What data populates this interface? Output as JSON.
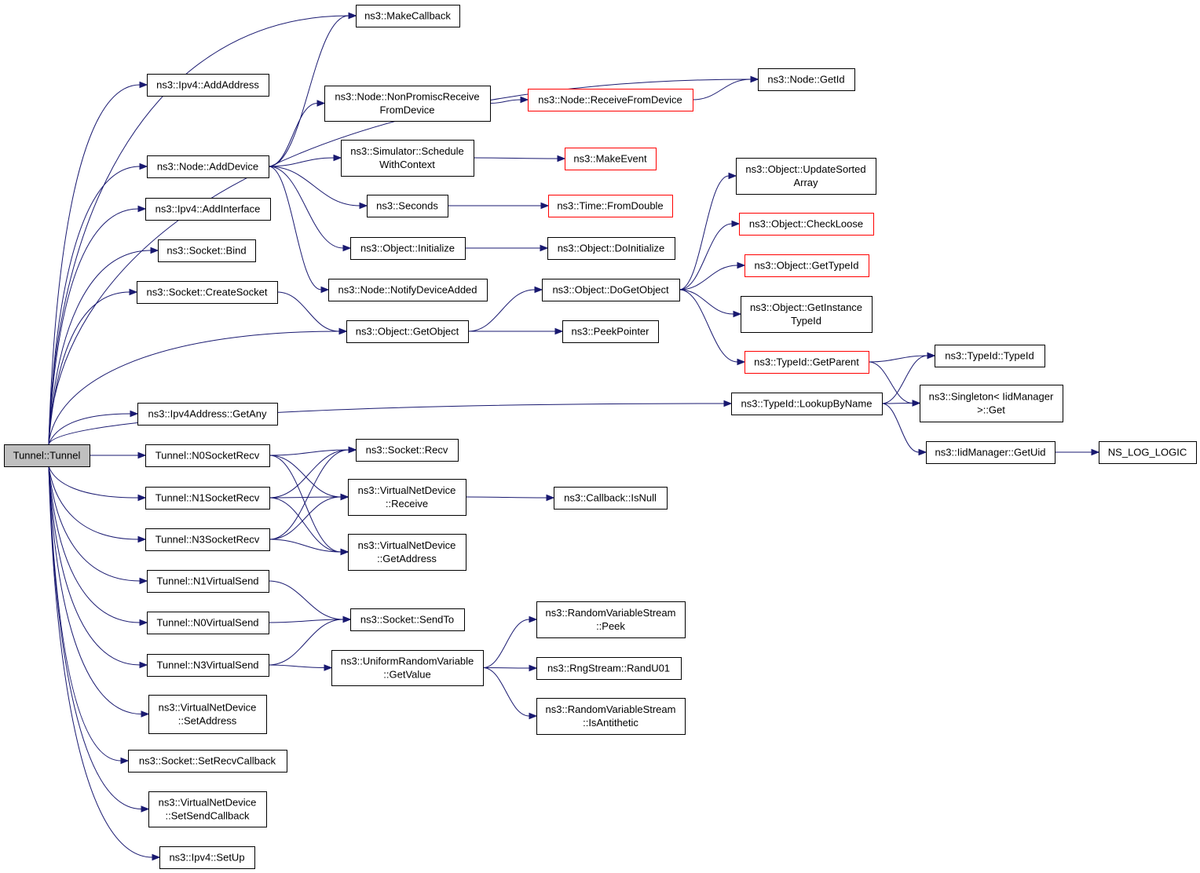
{
  "title": "",
  "colors": {
    "edge": "#191970",
    "border": "#000000",
    "truncated_border": "#ff0000",
    "root_fill": "#bfbfbf"
  },
  "nodes": [
    {
      "id": "tunnel",
      "lines": [
        "Tunnel::Tunnel"
      ],
      "root": true
    },
    {
      "id": "ipv4_addaddress",
      "lines": [
        "ns3::Ipv4::AddAddress"
      ]
    },
    {
      "id": "node_adddevice",
      "lines": [
        "ns3::Node::AddDevice"
      ]
    },
    {
      "id": "ipv4_addinterface",
      "lines": [
        "ns3::Ipv4::AddInterface"
      ]
    },
    {
      "id": "socket_bind",
      "lines": [
        "ns3::Socket::Bind"
      ]
    },
    {
      "id": "socket_createsocket",
      "lines": [
        "ns3::Socket::CreateSocket"
      ]
    },
    {
      "id": "ipv4address_getany",
      "lines": [
        "ns3::Ipv4Address::GetAny"
      ]
    },
    {
      "id": "n0socketrecv",
      "lines": [
        "Tunnel::N0SocketRecv"
      ]
    },
    {
      "id": "n1socketrecv",
      "lines": [
        "Tunnel::N1SocketRecv"
      ]
    },
    {
      "id": "n3socketrecv",
      "lines": [
        "Tunnel::N3SocketRecv"
      ]
    },
    {
      "id": "n1virtualsend",
      "lines": [
        "Tunnel::N1VirtualSend"
      ]
    },
    {
      "id": "n0virtualsend",
      "lines": [
        "Tunnel::N0VirtualSend"
      ]
    },
    {
      "id": "n3virtualsend",
      "lines": [
        "Tunnel::N3VirtualSend"
      ]
    },
    {
      "id": "vnd_setaddress",
      "lines": [
        "ns3::VirtualNetDevice",
        "::SetAddress"
      ]
    },
    {
      "id": "socket_setrecvcallback",
      "lines": [
        "ns3::Socket::SetRecvCallback"
      ]
    },
    {
      "id": "vnd_setsendcallback",
      "lines": [
        "ns3::VirtualNetDevice",
        "::SetSendCallback"
      ]
    },
    {
      "id": "ipv4_setup",
      "lines": [
        "ns3::Ipv4::SetUp"
      ]
    },
    {
      "id": "makecallback",
      "lines": [
        "ns3::MakeCallback"
      ]
    },
    {
      "id": "node_nonpromisc",
      "lines": [
        "ns3::Node::NonPromiscReceive",
        "FromDevice"
      ]
    },
    {
      "id": "sim_schedulewithcontext",
      "lines": [
        "ns3::Simulator::Schedule",
        "WithContext"
      ]
    },
    {
      "id": "seconds",
      "lines": [
        "ns3::Seconds"
      ]
    },
    {
      "id": "object_initialize",
      "lines": [
        "ns3::Object::Initialize"
      ]
    },
    {
      "id": "node_notifydeviceadded",
      "lines": [
        "ns3::Node::NotifyDeviceAdded"
      ]
    },
    {
      "id": "object_getobject",
      "lines": [
        "ns3::Object::GetObject"
      ]
    },
    {
      "id": "socket_recv",
      "lines": [
        "ns3::Socket::Recv"
      ]
    },
    {
      "id": "vnd_receive",
      "lines": [
        "ns3::VirtualNetDevice",
        "::Receive"
      ]
    },
    {
      "id": "vnd_getaddress",
      "lines": [
        "ns3::VirtualNetDevice",
        "::GetAddress"
      ]
    },
    {
      "id": "socket_sendto",
      "lines": [
        "ns3::Socket::SendTo"
      ]
    },
    {
      "id": "urv_getvalue",
      "lines": [
        "ns3::UniformRandomVariable",
        "::GetValue"
      ]
    },
    {
      "id": "node_getid",
      "lines": [
        "ns3::Node::GetId"
      ]
    },
    {
      "id": "node_receivefromdevice",
      "lines": [
        "ns3::Node::ReceiveFromDevice"
      ],
      "red": true
    },
    {
      "id": "makeevent",
      "lines": [
        "ns3::MakeEvent"
      ],
      "red": true
    },
    {
      "id": "time_fromdouble",
      "lines": [
        "ns3::Time::FromDouble"
      ],
      "red": true
    },
    {
      "id": "object_doinitialize",
      "lines": [
        "ns3::Object::DoInitialize"
      ]
    },
    {
      "id": "object_dogetobject",
      "lines": [
        "ns3::Object::DoGetObject"
      ]
    },
    {
      "id": "peekpointer",
      "lines": [
        "ns3::PeekPointer"
      ]
    },
    {
      "id": "callback_isnull",
      "lines": [
        "ns3::Callback::IsNull"
      ]
    },
    {
      "id": "rvs_peek",
      "lines": [
        "ns3::RandomVariableStream",
        "::Peek"
      ]
    },
    {
      "id": "rngstream_randu01",
      "lines": [
        "ns3::RngStream::RandU01"
      ]
    },
    {
      "id": "rvs_isantithetic",
      "lines": [
        "ns3::RandomVariableStream",
        "::IsAntithetic"
      ]
    },
    {
      "id": "object_updatesortedarray",
      "lines": [
        "ns3::Object::UpdateSorted",
        "Array"
      ]
    },
    {
      "id": "object_checkloose",
      "lines": [
        "ns3::Object::CheckLoose"
      ],
      "red": true
    },
    {
      "id": "object_gettypeid",
      "lines": [
        "ns3::Object::GetTypeId"
      ],
      "red": true
    },
    {
      "id": "object_getinstancetypeid",
      "lines": [
        "ns3::Object::GetInstance",
        "TypeId"
      ]
    },
    {
      "id": "typeid_getparent",
      "lines": [
        "ns3::TypeId::GetParent"
      ],
      "red": true
    },
    {
      "id": "typeid_lookupbyname",
      "lines": [
        "ns3::TypeId::LookupByName"
      ]
    },
    {
      "id": "typeid_typeid",
      "lines": [
        "ns3::TypeId::TypeId"
      ]
    },
    {
      "id": "singleton_get",
      "lines": [
        "ns3::Singleton< IidManager",
        ">::Get"
      ]
    },
    {
      "id": "iidmanager_getuid",
      "lines": [
        "ns3::IidManager::GetUid"
      ]
    },
    {
      "id": "ns_log_logic",
      "lines": [
        "NS_LOG_LOGIC"
      ]
    }
  ],
  "edges": [
    [
      "tunnel",
      "ipv4_addaddress"
    ],
    [
      "tunnel",
      "node_adddevice"
    ],
    [
      "tunnel",
      "ipv4_addinterface"
    ],
    [
      "tunnel",
      "socket_bind"
    ],
    [
      "tunnel",
      "socket_createsocket"
    ],
    [
      "tunnel",
      "object_getobject"
    ],
    [
      "tunnel",
      "typeid_lookupbyname"
    ],
    [
      "tunnel",
      "ipv4address_getany"
    ],
    [
      "tunnel",
      "n0socketrecv"
    ],
    [
      "tunnel",
      "n1socketrecv"
    ],
    [
      "tunnel",
      "n3socketrecv"
    ],
    [
      "tunnel",
      "n1virtualsend"
    ],
    [
      "tunnel",
      "n0virtualsend"
    ],
    [
      "tunnel",
      "n3virtualsend"
    ],
    [
      "tunnel",
      "vnd_setaddress"
    ],
    [
      "tunnel",
      "socket_setrecvcallback"
    ],
    [
      "tunnel",
      "vnd_setsendcallback"
    ],
    [
      "tunnel",
      "ipv4_setup"
    ],
    [
      "tunnel",
      "makecallback"
    ],
    [
      "tunnel",
      "node_getid"
    ],
    [
      "node_adddevice",
      "makecallback"
    ],
    [
      "node_adddevice",
      "node_nonpromisc"
    ],
    [
      "node_adddevice",
      "sim_schedulewithcontext"
    ],
    [
      "node_adddevice",
      "seconds"
    ],
    [
      "node_adddevice",
      "object_initialize"
    ],
    [
      "node_adddevice",
      "node_notifydeviceadded"
    ],
    [
      "socket_createsocket",
      "object_getobject"
    ],
    [
      "node_nonpromisc",
      "node_receivefromdevice"
    ],
    [
      "node_receivefromdevice",
      "node_getid"
    ],
    [
      "sim_schedulewithcontext",
      "makeevent"
    ],
    [
      "seconds",
      "time_fromdouble"
    ],
    [
      "object_initialize",
      "object_doinitialize"
    ],
    [
      "object_getobject",
      "object_dogetobject"
    ],
    [
      "object_getobject",
      "peekpointer"
    ],
    [
      "object_dogetobject",
      "object_updatesortedarray"
    ],
    [
      "object_dogetobject",
      "object_checkloose"
    ],
    [
      "object_dogetobject",
      "object_gettypeid"
    ],
    [
      "object_dogetobject",
      "object_getinstancetypeid"
    ],
    [
      "object_dogetobject",
      "typeid_getparent"
    ],
    [
      "typeid_getparent",
      "typeid_typeid"
    ],
    [
      "typeid_getparent",
      "singleton_get"
    ],
    [
      "typeid_lookupbyname",
      "typeid_typeid"
    ],
    [
      "typeid_lookupbyname",
      "singleton_get"
    ],
    [
      "typeid_lookupbyname",
      "iidmanager_getuid"
    ],
    [
      "iidmanager_getuid",
      "ns_log_logic"
    ],
    [
      "n0socketrecv",
      "socket_recv"
    ],
    [
      "n0socketrecv",
      "vnd_receive"
    ],
    [
      "n0socketrecv",
      "vnd_getaddress"
    ],
    [
      "n1socketrecv",
      "socket_recv"
    ],
    [
      "n1socketrecv",
      "vnd_receive"
    ],
    [
      "n1socketrecv",
      "vnd_getaddress"
    ],
    [
      "n3socketrecv",
      "socket_recv"
    ],
    [
      "n3socketrecv",
      "vnd_receive"
    ],
    [
      "n3socketrecv",
      "vnd_getaddress"
    ],
    [
      "vnd_receive",
      "callback_isnull"
    ],
    [
      "n1virtualsend",
      "socket_sendto"
    ],
    [
      "n0virtualsend",
      "socket_sendto"
    ],
    [
      "n3virtualsend",
      "socket_sendto"
    ],
    [
      "n3virtualsend",
      "urv_getvalue"
    ],
    [
      "urv_getvalue",
      "rvs_peek"
    ],
    [
      "urv_getvalue",
      "rngstream_randu01"
    ],
    [
      "urv_getvalue",
      "rvs_isantithetic"
    ]
  ]
}
